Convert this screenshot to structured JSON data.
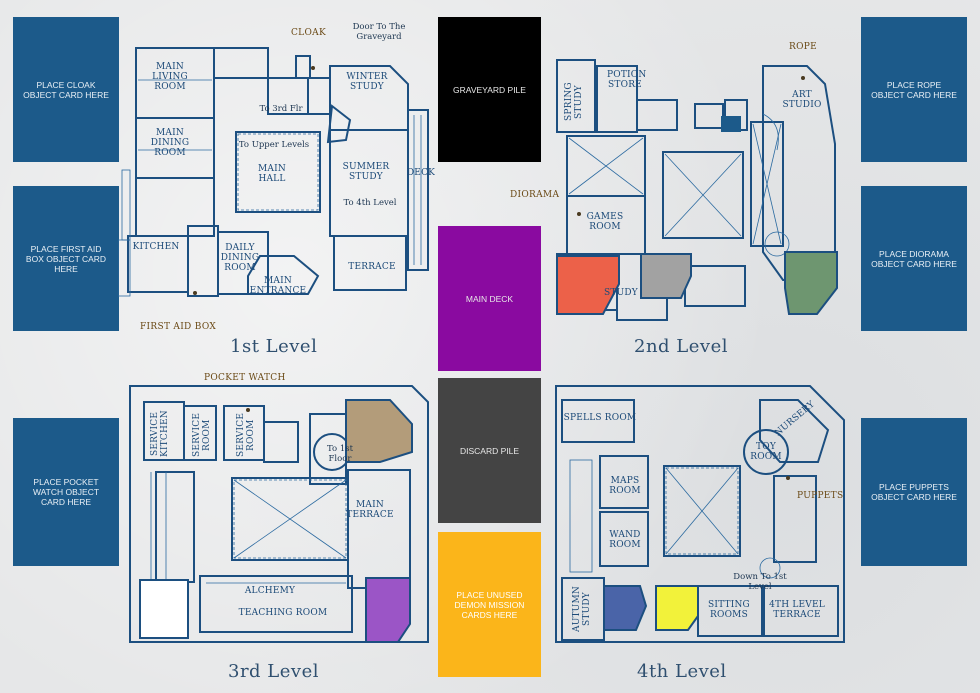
{
  "colors": {
    "slot_blue": "#1c5a8a",
    "graveyard": "#000000",
    "main_deck": "#8a0aa0",
    "discard": "#444444",
    "demon": "#fbb51a",
    "blueprint_line": "#1c4f80",
    "diorama": "#ec6149",
    "games_gray": "#a2a2a2",
    "art_green": "#6e9670",
    "pocket_tan": "#b39c7a",
    "purple_room": "#9b55c6",
    "blue_room": "#4a64a8",
    "yellow_room": "#f2f23a",
    "white_room": "#ffffff"
  },
  "slots": {
    "cloak": "PLACE CLOAK OBJECT CARD HERE",
    "first_aid": "PLACE FIRST AID BOX OBJECT CARD HERE",
    "pocket_watch": "PLACE POCKET WATCH OBJECT CARD HERE",
    "rope": "PLACE ROPE OBJECT CARD HERE",
    "diorama": "PLACE DIORAMA OBJECT CARD HERE",
    "puppets": "PLACE PUPPETS OBJECT CARD HERE"
  },
  "piles": {
    "graveyard": "GRAVEYARD PILE",
    "main_deck": "MAIN DECK",
    "discard": "DISCARD PILE",
    "demon": "PLACE UNUSED DEMON MISSION CARDS HERE"
  },
  "levels": {
    "l1": "1st Level",
    "l2": "2nd Level",
    "l3": "3rd Level",
    "l4": "4th Level"
  },
  "level1": {
    "main_living_room": "MAIN LIVING ROOM",
    "main_dining_room": "MAIN DINING ROOM",
    "kitchen": "KITCHEN",
    "daily_dining_room": "DAILY DINING ROOM",
    "main_entrance": "MAIN ENTRANCE",
    "main_hall": "MAIN HALL",
    "to_upper_levels": "To Upper Levels",
    "to_3rd_flr": "To 3rd Flr",
    "winter_study": "WINTER STUDY",
    "summer_study": "SUMMER STUDY",
    "to_4th_level": "To 4th Level",
    "deck": "DECK",
    "terrace": "TERRACE",
    "door_graveyard": "Door To The Graveyard",
    "cloak": "CLOAK",
    "first_aid_box": "FIRST AID BOX"
  },
  "level2": {
    "spring_study": "SPRING STUDY",
    "potion_store": "POTION STORE",
    "art_studio": "ART STUDIO",
    "games_room": "GAMES ROOM",
    "study": "STUDY",
    "rope": "ROPE",
    "diorama": "DIORAMA"
  },
  "level3": {
    "service_kitchen": "SERVICE KITCHEN",
    "service_room": "SERVICE ROOM",
    "to_1st_floor": "To 1st Floor",
    "main_terrace": "MAIN TERRACE",
    "alchemy": "ALCHEMY",
    "teaching_room": "TEACHING ROOM",
    "pocket_watch": "POCKET WATCH"
  },
  "level4": {
    "spells_room": "SPELLS ROOM",
    "nursery": "NURSERY",
    "toy_room": "TOY ROOM",
    "maps_room": "MAPS ROOM",
    "wand_room": "WAND ROOM",
    "autumn_study": "AUTUMN STUDY",
    "sitting_rooms": "SITTING ROOMS",
    "terrace_4th": "4TH LEVEL TERRACE",
    "down_to_1st": "Down To 1st Level",
    "puppets": "PUPPETS"
  }
}
